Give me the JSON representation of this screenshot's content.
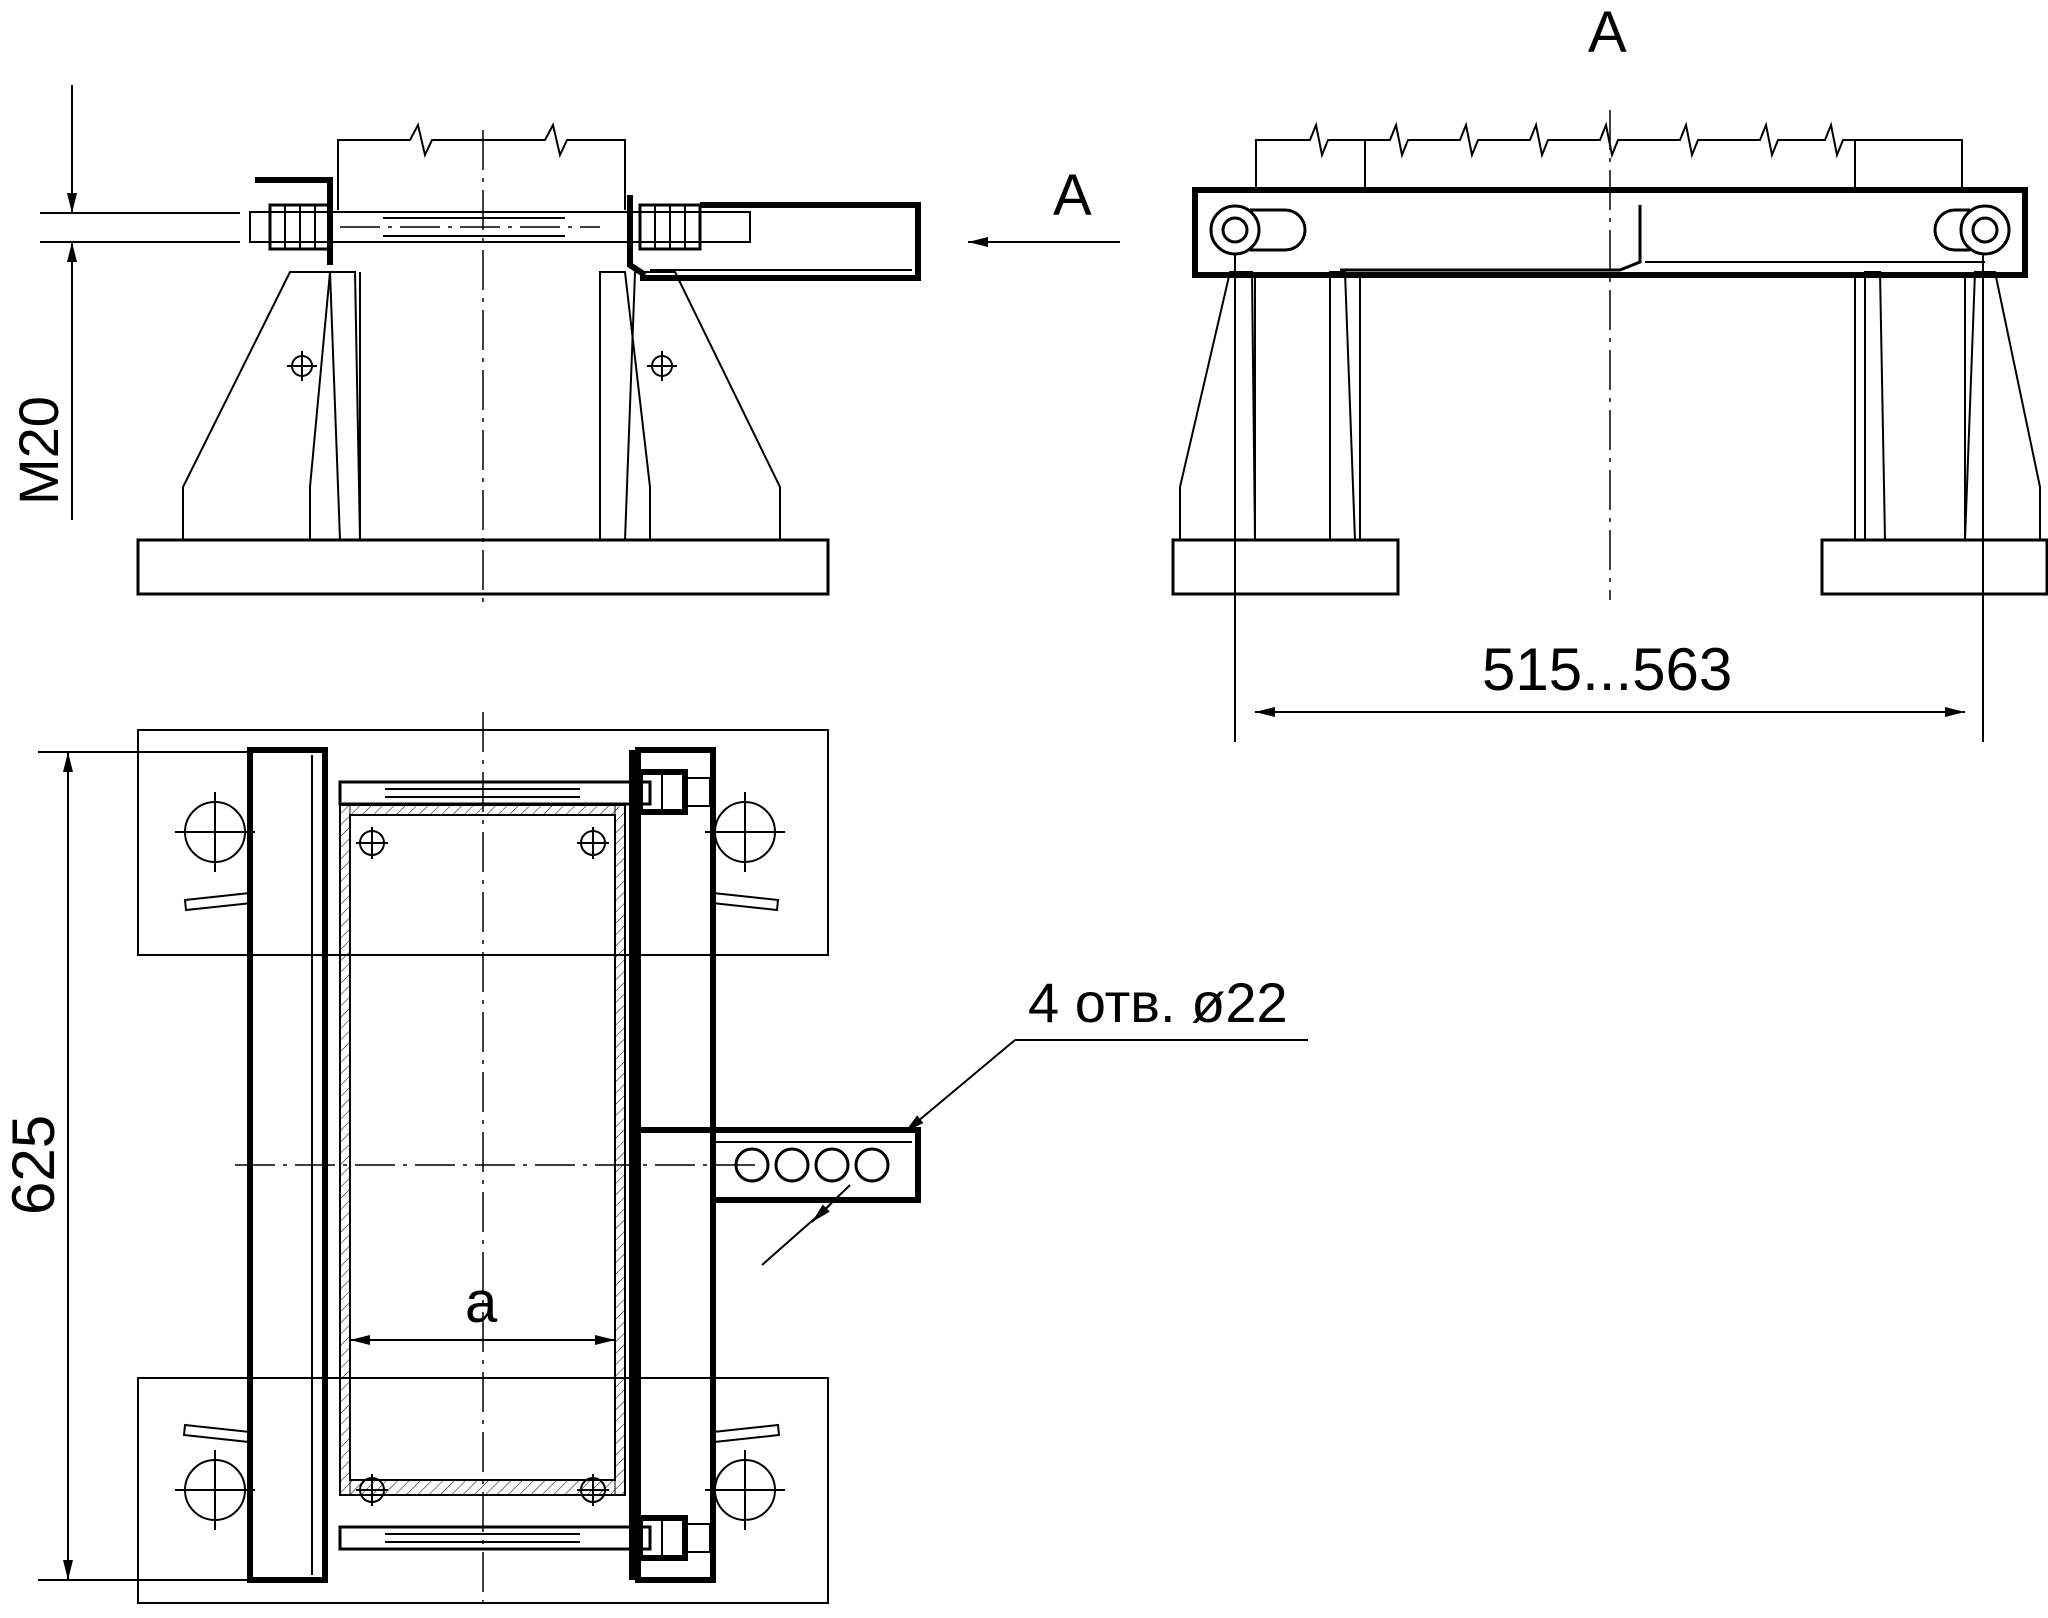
{
  "labels": {
    "view_marker_top": "А",
    "view_arrow_label": "А",
    "dim_width_range": "515...563",
    "dim_thread": "М20",
    "dim_length": "625",
    "dim_a": "a",
    "holes_callout": "4 отв. ø22"
  },
  "colors": {
    "line": "#000000",
    "background": "#ffffff"
  }
}
